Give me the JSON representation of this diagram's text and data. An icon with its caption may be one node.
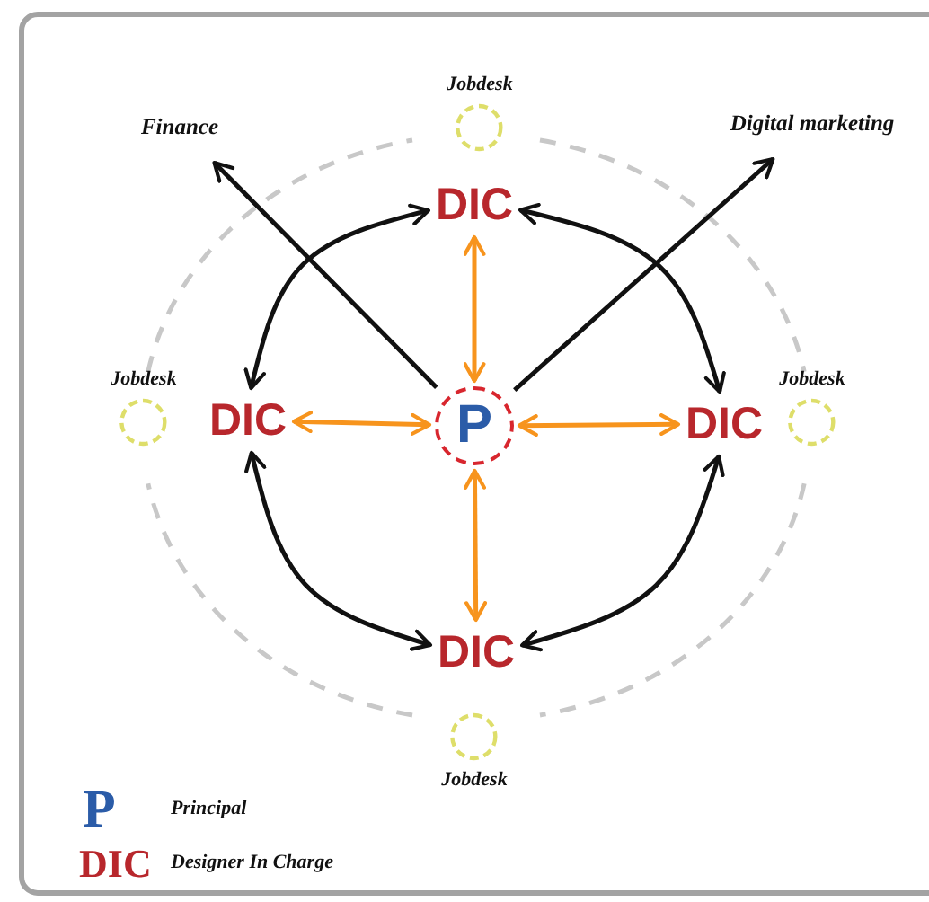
{
  "diagram": {
    "nodes": [
      {
        "text": [
          "P"
        ]
      },
      {
        "text": [
          "DIC"
        ]
      },
      {
        "text": [
          "DIC"
        ]
      },
      {
        "text": [
          "DIC"
        ]
      },
      {
        "text": [
          "DIC"
        ]
      },
      {
        "text": [
          "Jobdesk"
        ]
      },
      {
        "text": [
          "Jobdesk"
        ]
      },
      {
        "text": [
          "Jobdesk"
        ]
      },
      {
        "text": [
          "Jobdesk"
        ]
      },
      {
        "text": [
          "Finance"
        ]
      },
      {
        "text": [
          "Digital marketing"
        ]
      }
    ],
    "edges": [
      {
        "from": 0,
        "to": 1,
        "arrow": "both",
        "color": "#f7941d"
      },
      {
        "from": 0,
        "to": 2,
        "arrow": "both",
        "color": "#f7941d"
      },
      {
        "from": 0,
        "to": 3,
        "arrow": "both",
        "color": "#f7941d"
      },
      {
        "from": 0,
        "to": 4,
        "arrow": "both",
        "color": "#f7941d"
      },
      {
        "from": 0,
        "to": 9,
        "arrow": "to"
      },
      {
        "from": 0,
        "to": 10,
        "arrow": "to"
      },
      {
        "from": 2,
        "to": 1,
        "arrow": "both"
      },
      {
        "from": 1,
        "to": 3,
        "arrow": "both"
      },
      {
        "from": 2,
        "to": 4,
        "arrow": "both"
      },
      {
        "from": 4,
        "to": 3,
        "arrow": "both"
      }
    ],
    "labels": [
      "P",
      "DIC"
    ],
    "legend": [
      {
        "text": "Principal"
      },
      {
        "text": "Designer In Charge"
      }
    ]
  }
}
